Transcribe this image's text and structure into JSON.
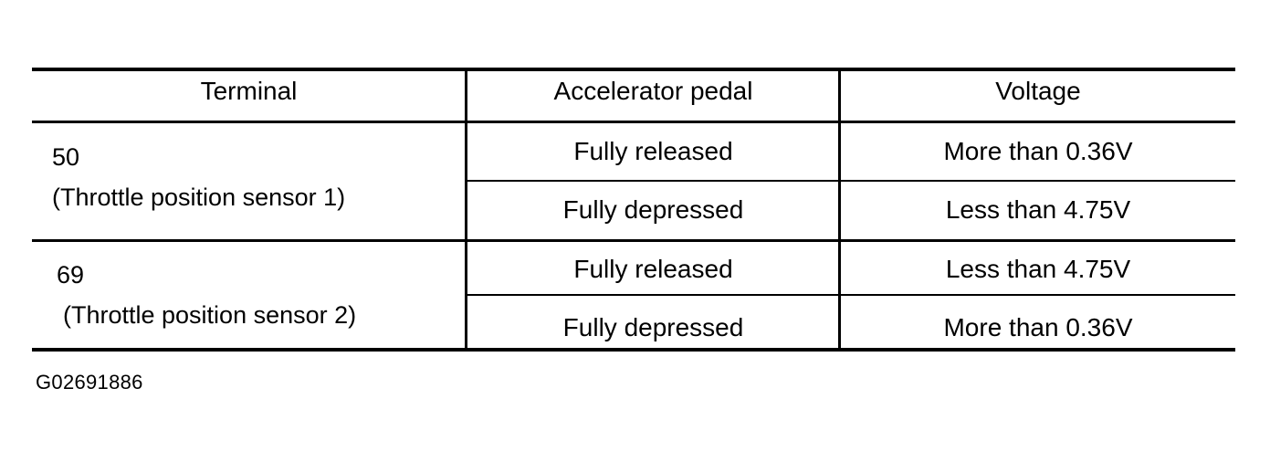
{
  "table": {
    "headers": {
      "terminal": "Terminal",
      "pedal": "Accelerator pedal",
      "voltage": "Voltage"
    },
    "groups": [
      {
        "terminal_number": "50",
        "terminal_description": "(Throttle position sensor 1)",
        "rows": [
          {
            "pedal": "Fully released",
            "voltage": "More than 0.36V"
          },
          {
            "pedal": "Fully depressed",
            "voltage": "Less than 4.75V"
          }
        ]
      },
      {
        "terminal_number": "69",
        "terminal_description": "(Throttle position sensor 2)",
        "rows": [
          {
            "pedal": "Fully released",
            "voltage": "Less than 4.75V"
          },
          {
            "pedal": "Fully depressed",
            "voltage": "More than 0.36V"
          }
        ]
      }
    ]
  },
  "caption": "G02691886",
  "colors": {
    "ink": "#000000",
    "page": "#ffffff"
  }
}
